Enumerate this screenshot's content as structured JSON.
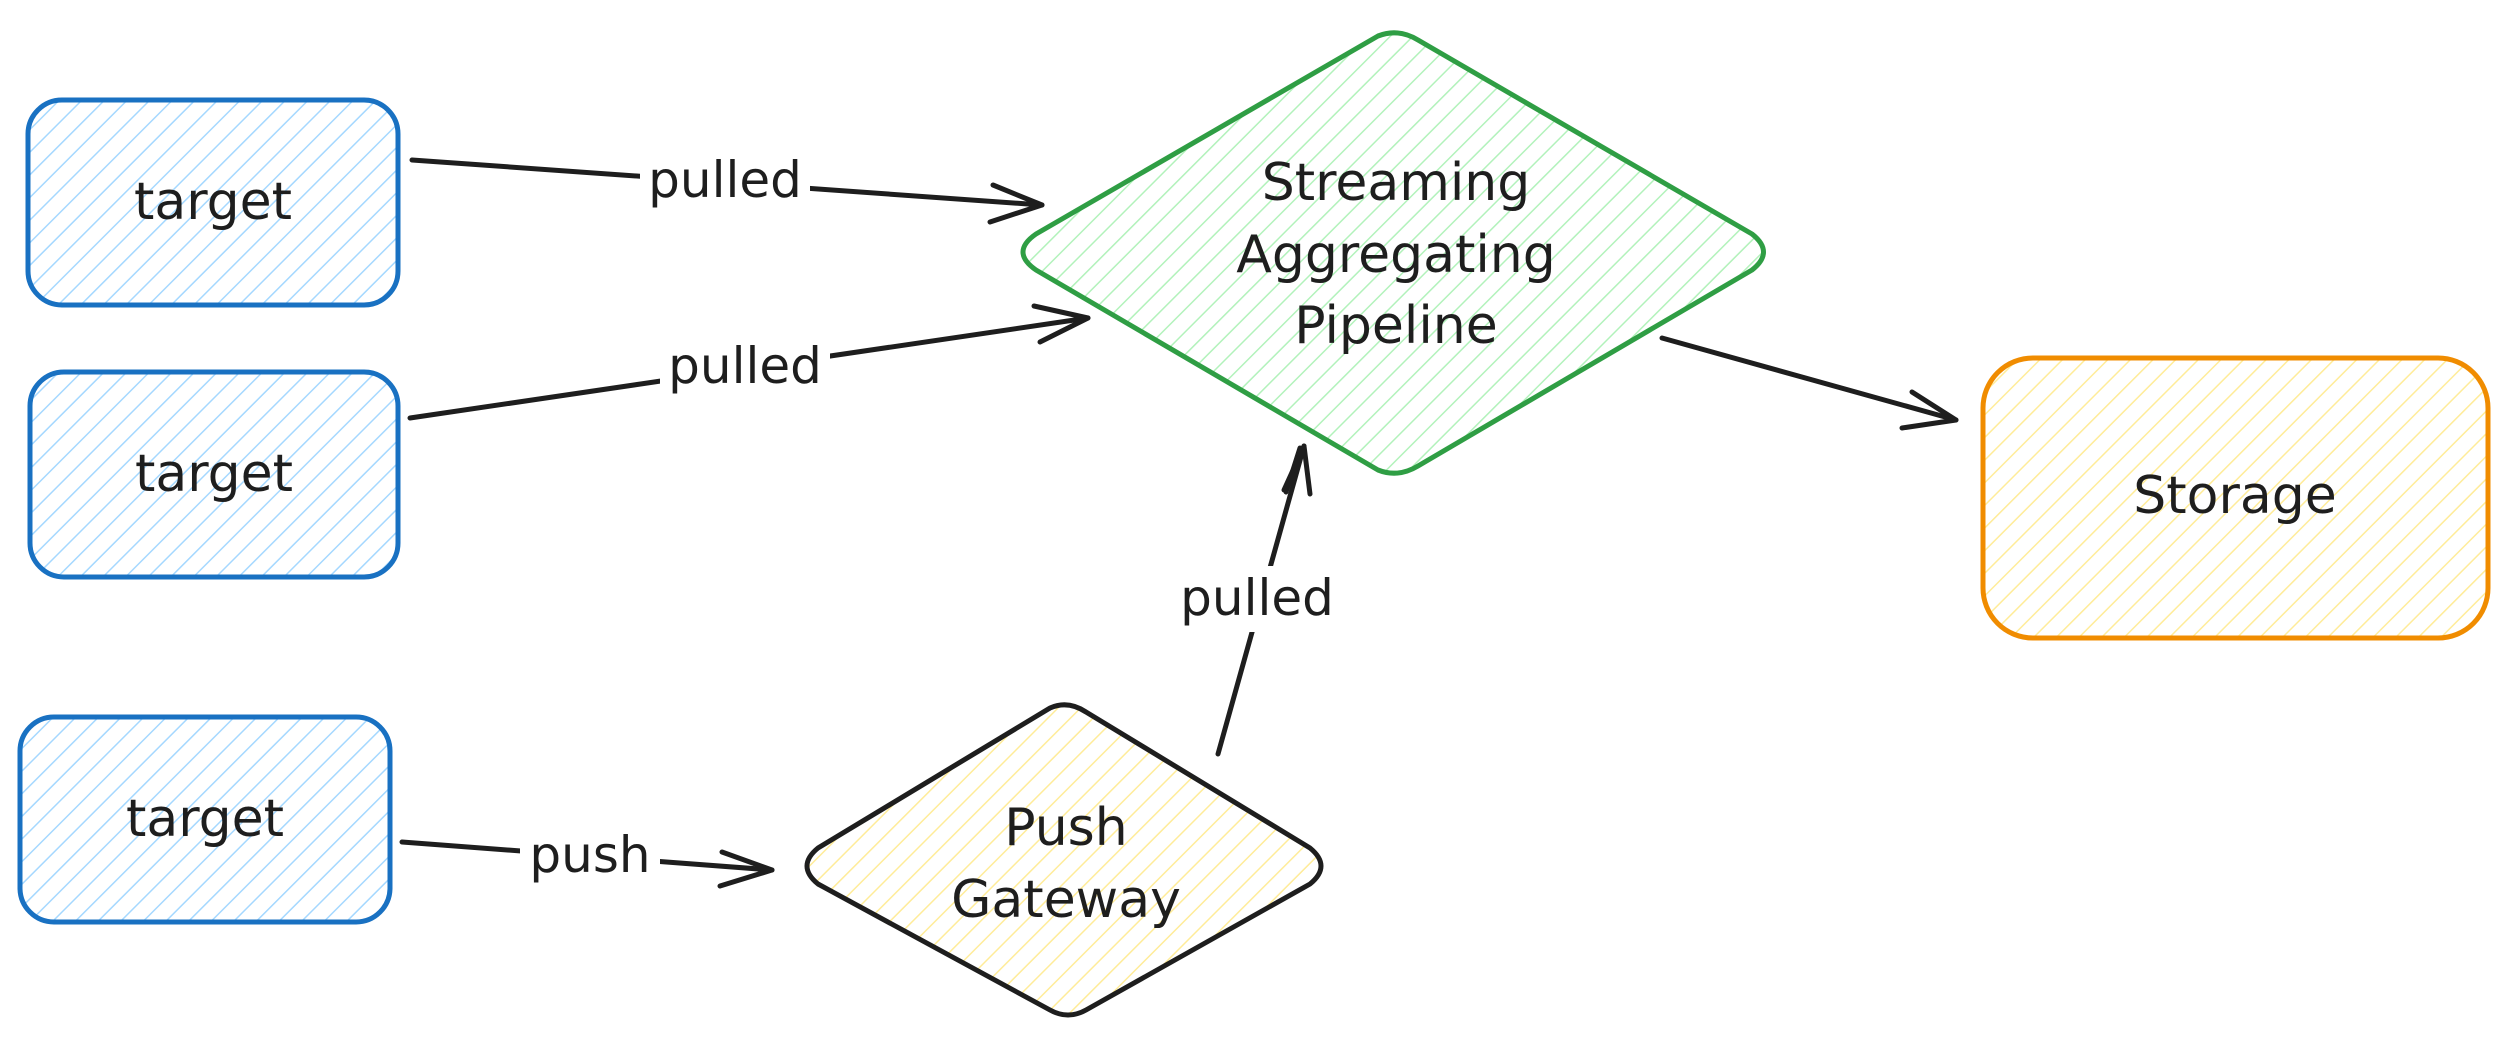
{
  "nodes": {
    "target_1": {
      "label": "target",
      "shape": "rounded-rect",
      "stroke": "#1971c2",
      "fill": "#a5d8ff"
    },
    "target_2": {
      "label": "target",
      "shape": "rounded-rect",
      "stroke": "#1971c2",
      "fill": "#a5d8ff"
    },
    "target_3": {
      "label": "target",
      "shape": "rounded-rect",
      "stroke": "#1971c2",
      "fill": "#a5d8ff"
    },
    "pipeline": {
      "label_lines": [
        "Streaming",
        "Aggregating",
        "Pipeline"
      ],
      "shape": "diamond",
      "stroke": "#2f9e44",
      "fill": "#b2f2bb"
    },
    "push_gateway": {
      "label_lines": [
        "Push",
        "Gateway"
      ],
      "shape": "diamond",
      "stroke": "#1e1e1e",
      "fill": "#ffec99"
    },
    "storage": {
      "label": "Storage",
      "shape": "rounded-rect",
      "stroke": "#f08c00",
      "fill": "#ffec99"
    }
  },
  "edges": [
    {
      "id": "edge_target1_pipeline",
      "from": "target_1",
      "to": "pipeline",
      "label": "pulled"
    },
    {
      "id": "edge_target2_pipeline",
      "from": "target_2",
      "to": "pipeline",
      "label": "pulled"
    },
    {
      "id": "edge_target3_gateway",
      "from": "target_3",
      "to": "push_gateway",
      "label": "push"
    },
    {
      "id": "edge_gateway_pipeline",
      "from": "push_gateway",
      "to": "pipeline",
      "label": "pulled"
    },
    {
      "id": "edge_pipeline_storage",
      "from": "pipeline",
      "to": "storage",
      "label": ""
    }
  ]
}
